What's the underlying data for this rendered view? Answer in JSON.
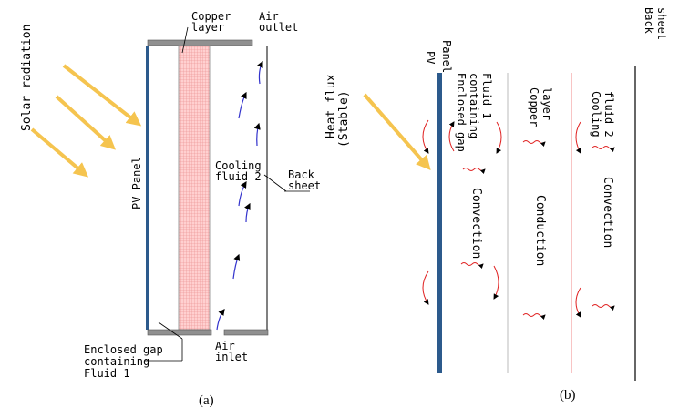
{
  "panel_a": {
    "solar_radiation": "Solar radiation",
    "pv_panel": "PV  Panel",
    "copper_layer_1": "Copper",
    "copper_layer_2": "layer",
    "air_outlet_1": "Air",
    "air_outlet_2": "outlet",
    "cooling_fluid_1": "Cooling",
    "cooling_fluid_2": "fluid 2",
    "back_sheet_1": "Back",
    "back_sheet_2": "sheet",
    "gap_1": "Enclosed gap",
    "gap_2": "containing",
    "gap_3": "Fluid 1",
    "air_inlet_1": "Air",
    "air_inlet_2": "inlet",
    "caption": "(a)"
  },
  "panel_b": {
    "heat_flux_1": "Heat flux",
    "heat_flux_2": "(Stable)",
    "pv": "PV",
    "panel": "Panel",
    "gap_1": "Enclosed gap",
    "gap_2": "containing",
    "gap_3": "Fluid 1",
    "copper_1": "Copper",
    "copper_2": "layer",
    "cooling_1": "Cooling",
    "cooling_2": "fluid 2",
    "back_1": "Back",
    "back_2": "sheet",
    "convection_1": "Convection",
    "conduction": "Conduction",
    "convection_2": "Convection",
    "caption": "(b)"
  },
  "colors": {
    "arrow": "#f5c44f",
    "panel": "#2c5a8c",
    "copper": "#f4a6a6",
    "flow": "#3333cc",
    "wall": "#909090"
  }
}
